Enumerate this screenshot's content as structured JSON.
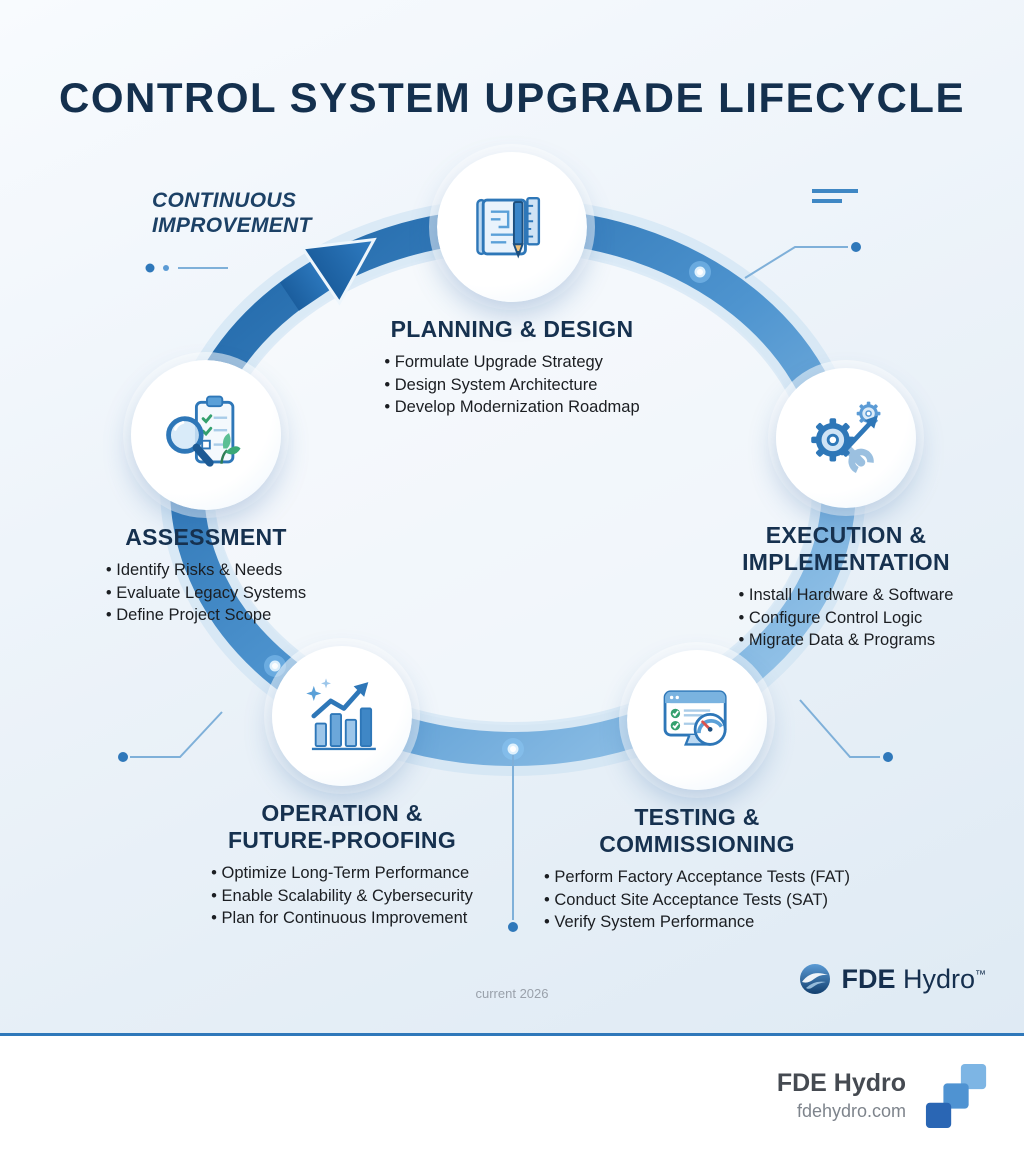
{
  "title": "CONTROL SYSTEM UPGRADE LIFECYCLE",
  "cycle": {
    "label_lines": [
      "CONTINUOUS",
      "IMPROVEMENT"
    ],
    "arrow_icon": "cycle-arrow-icon",
    "direction": "clockwise"
  },
  "stages": [
    {
      "id": "planning",
      "title_lines": [
        "PLANNING & DESIGN"
      ],
      "icon": "blueprint-pencil-ruler-icon",
      "bullets": [
        "Formulate Upgrade Strategy",
        "Design System Architecture",
        "Develop Modernization Roadmap"
      ]
    },
    {
      "id": "execution",
      "title_lines": [
        "EXECUTION &",
        "IMPLEMENTATION"
      ],
      "icon": "gears-wrench-arrow-icon",
      "bullets": [
        "Install Hardware & Software",
        "Configure Control Logic",
        "Migrate Data & Programs"
      ]
    },
    {
      "id": "testing",
      "title_lines": [
        "TESTING &",
        "COMMISSIONING"
      ],
      "icon": "monitor-checklist-gauge-icon",
      "bullets": [
        "Perform Factory Acceptance Tests (FAT)",
        "Conduct Site Acceptance Tests (SAT)",
        "Verify System Performance"
      ]
    },
    {
      "id": "operation",
      "title_lines": [
        "OPERATION &",
        "FUTURE-PROOFING"
      ],
      "icon": "growth-bars-arrow-icon",
      "bullets": [
        "Optimize Long-Term Performance",
        "Enable Scalability & Cybersecurity",
        "Plan for Continuous Improvement"
      ]
    },
    {
      "id": "assessment",
      "title_lines": [
        "ASSESSMENT"
      ],
      "icon": "magnifier-clipboard-icon",
      "bullets": [
        "Identify Risks & Needs",
        "Evaluate Legacy Systems",
        "Define Project Scope"
      ]
    }
  ],
  "footer_note": "current 2026",
  "brand": {
    "wordmark_bold": "FDE",
    "wordmark_rest": " Hydro",
    "trademark": "™",
    "logo_icon": "fde-hydro-swirl-icon",
    "footer_name": "FDE Hydro",
    "footer_url": "fdehydro.com",
    "footer_logo_icon": "fde-hydro-squares-icon"
  },
  "colors": {
    "accent_blue": "#2e77b8",
    "navy": "#14304e",
    "ring_dark": "#1b62a4",
    "ring_light": "#a6cfee",
    "green_check": "#34a06e",
    "footer_border": "#2f78ba",
    "background": "#eaf2f9"
  }
}
